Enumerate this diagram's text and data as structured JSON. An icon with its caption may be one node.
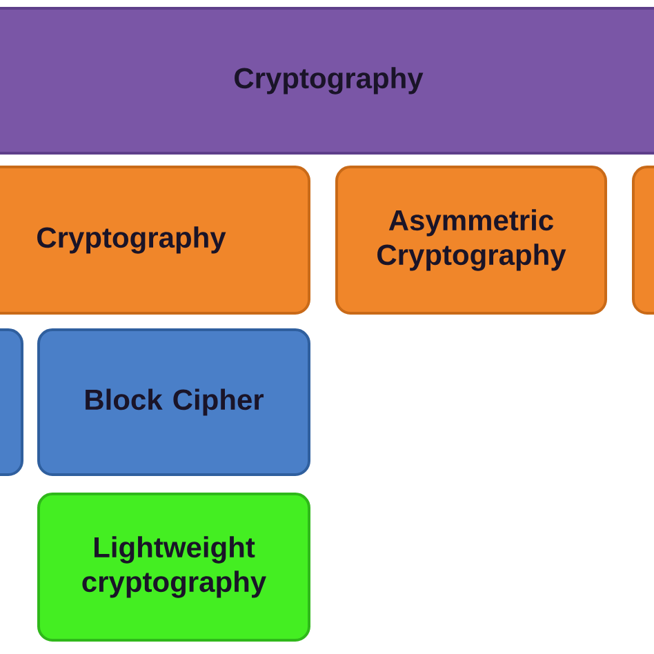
{
  "diagram": {
    "nodes": [
      {
        "text": [
          "Cryptography"
        ]
      },
      {
        "text": [
          "Cryptography"
        ]
      },
      {
        "text": [
          "Asymmetric Cryptography"
        ]
      },
      {
        "text": [],
        "shape": "box"
      },
      {
        "text": [],
        "shape": "box"
      },
      {
        "text": [
          "Block Cipher"
        ]
      },
      {
        "text": [
          "Lightweight cryptography"
        ]
      }
    ]
  }
}
